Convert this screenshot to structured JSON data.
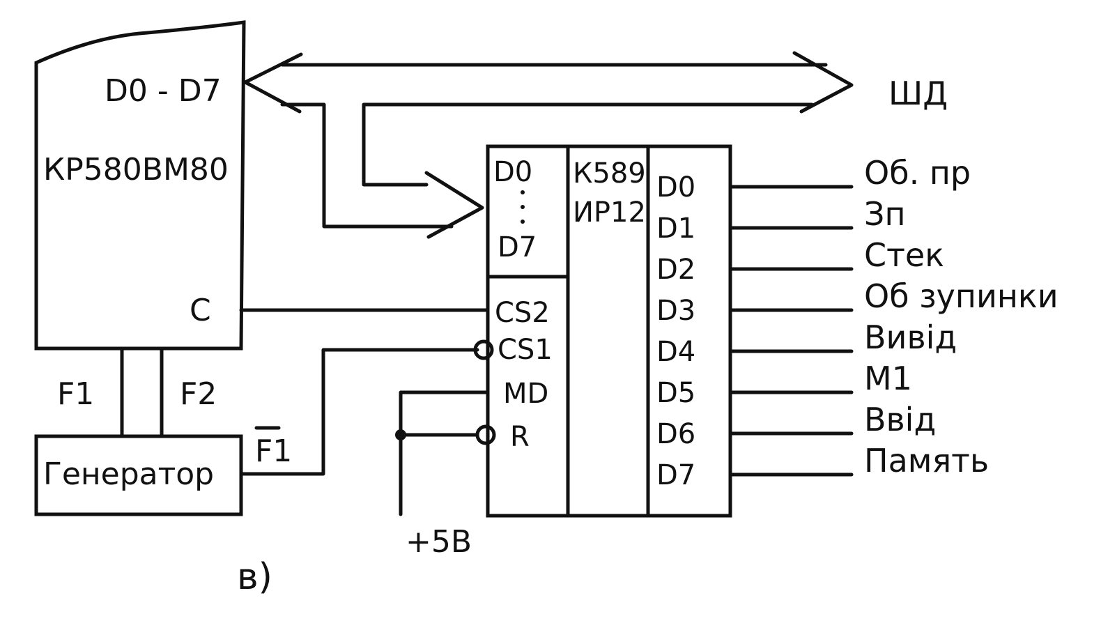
{
  "cpu": {
    "name": "КР580ВМ80",
    "data_pins": "D0 - D7",
    "pin_c": "C"
  },
  "bus": {
    "name": "ШД"
  },
  "clock": {
    "f1": "F1",
    "f2": "F2",
    "f1_inv": "F1"
  },
  "generator": {
    "name": "Генератор"
  },
  "register": {
    "name_line1": "К589",
    "name_line2": "ИР12",
    "in_top": "D0",
    "in_bottom": "D7",
    "cs2": "CS2",
    "cs1": "CS1",
    "md": "MD",
    "r": "R",
    "outputs": [
      "D0",
      "D1",
      "D2",
      "D3",
      "D4",
      "D5",
      "D6",
      "D7"
    ]
  },
  "signals": [
    "Об. пр",
    "Зп",
    "Стек",
    "Об зупинки",
    "Вивід",
    "М1",
    "Ввід",
    "Память"
  ],
  "power": {
    "label": "+5В"
  },
  "figure_label": "в)"
}
